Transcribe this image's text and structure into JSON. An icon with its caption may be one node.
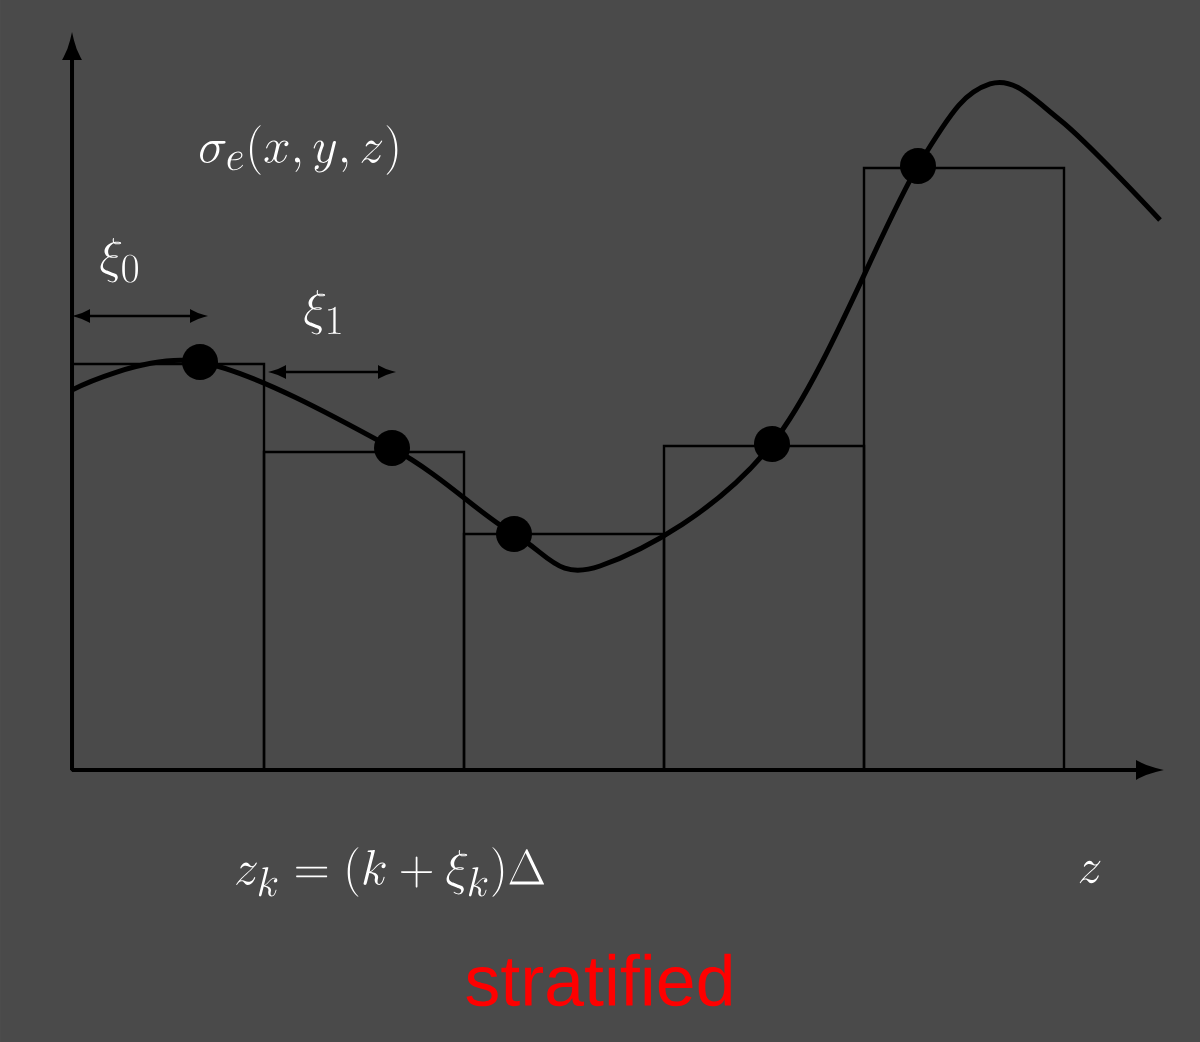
{
  "diagram": {
    "caption": "stratified",
    "labels": [
      "\\sigma_e(x,y,z)",
      "\\xi_0",
      "\\xi_1",
      "z_k = (k+\\xi_k)\\Delta",
      "z"
    ]
  }
}
